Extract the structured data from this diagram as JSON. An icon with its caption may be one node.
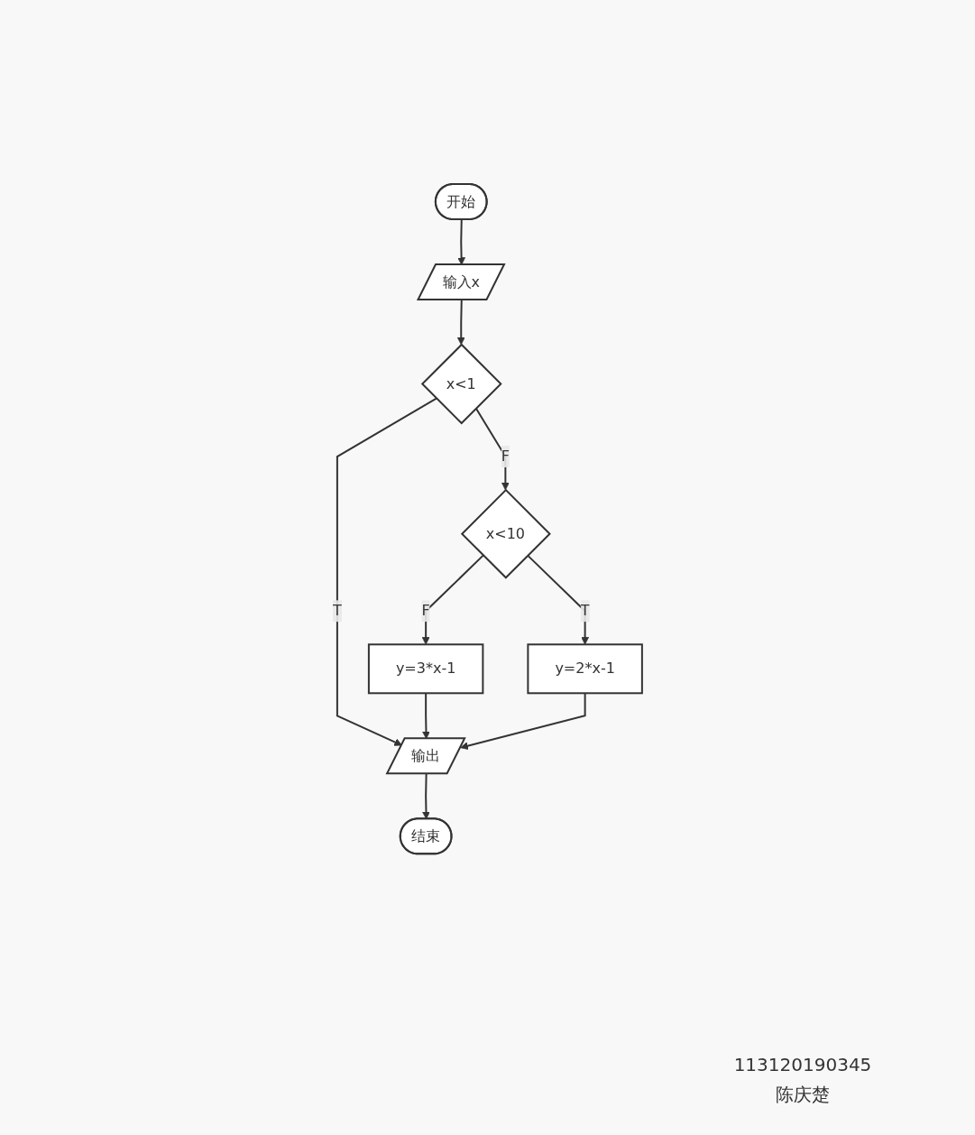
{
  "diagram": {
    "nodes": [
      {
        "text": [
          "开始"
        ]
      },
      {
        "text": [
          "输入x"
        ]
      },
      {
        "text": [
          "x<1"
        ]
      },
      {
        "text": [
          "x<10"
        ]
      },
      {
        "text": [
          "y=3*x-1"
        ]
      },
      {
        "text": [
          "y=2*x-1"
        ]
      },
      {
        "text": [
          "输出"
        ]
      },
      {
        "text": [
          "结束"
        ]
      }
    ],
    "edges": [
      {
        "from": 0,
        "to": 1,
        "arrow": "to"
      },
      {
        "from": 1,
        "to": 2,
        "arrow": "to"
      },
      {
        "from": 2,
        "to": 6,
        "label": "T",
        "arrow": "to"
      },
      {
        "from": 2,
        "to": 3,
        "label": "F",
        "arrow": "to"
      },
      {
        "from": 3,
        "to": 4,
        "label": "F",
        "arrow": "to"
      },
      {
        "from": 3,
        "to": 5,
        "label": "T",
        "arrow": "to"
      },
      {
        "from": 4,
        "to": 6,
        "arrow": "to"
      },
      {
        "from": 5,
        "to": 6,
        "arrow": "to"
      },
      {
        "from": 6,
        "to": 7,
        "arrow": "to"
      }
    ],
    "labels": [
      "113120190345",
      "陈庆楚"
    ]
  }
}
